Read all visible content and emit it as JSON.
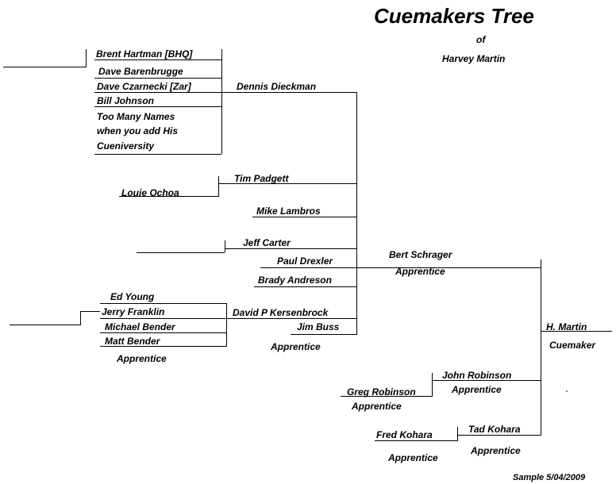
{
  "title": "Cuemakers Tree",
  "subtitle_of": "of",
  "subtitle_name": "Harvey Martin",
  "root": {
    "name": "H. Martin",
    "role": "Cuemaker"
  },
  "bert": {
    "name": "Bert Schrager",
    "role": "Apprentice"
  },
  "john_robinson": {
    "name": "John Robinson",
    "role": "Apprentice"
  },
  "greg_robinson": {
    "name": "Greg Robinson",
    "role": "Apprentice"
  },
  "tad_kohara": {
    "name": "Tad Kohara",
    "role": "Apprentice"
  },
  "fred_kohara": {
    "name": "Fred  Kohara",
    "role": "Apprentice"
  },
  "dennis": {
    "name": "Dennis  Dieckman"
  },
  "dennis_group": [
    "Brent Hartman [BHQ]",
    "Dave Barenbrugge",
    "Dave Czarnecki  [Zar]",
    "Bill Johnson",
    "Too Many Names",
    "when you add His",
    "Cueniversity"
  ],
  "tim": {
    "name": "Tim Padgett"
  },
  "louie": {
    "name": "Louie Ochoa"
  },
  "mike": {
    "name": "Mike Lambros"
  },
  "jeff": {
    "name": "Jeff Carter"
  },
  "paul": {
    "name": "Paul Drexler"
  },
  "brady": {
    "name": "Brady Andreson"
  },
  "david": {
    "name": "David P Kersenbrock"
  },
  "jim": {
    "name": "Jim Buss"
  },
  "apprentice_label": "Apprentice",
  "david_group": [
    "Ed Young",
    "Jerry Franklin",
    "Michael Bender",
    "Matt Bender"
  ],
  "david_group_role": "Apprentice",
  "footer": "Sample 5/04/2009"
}
